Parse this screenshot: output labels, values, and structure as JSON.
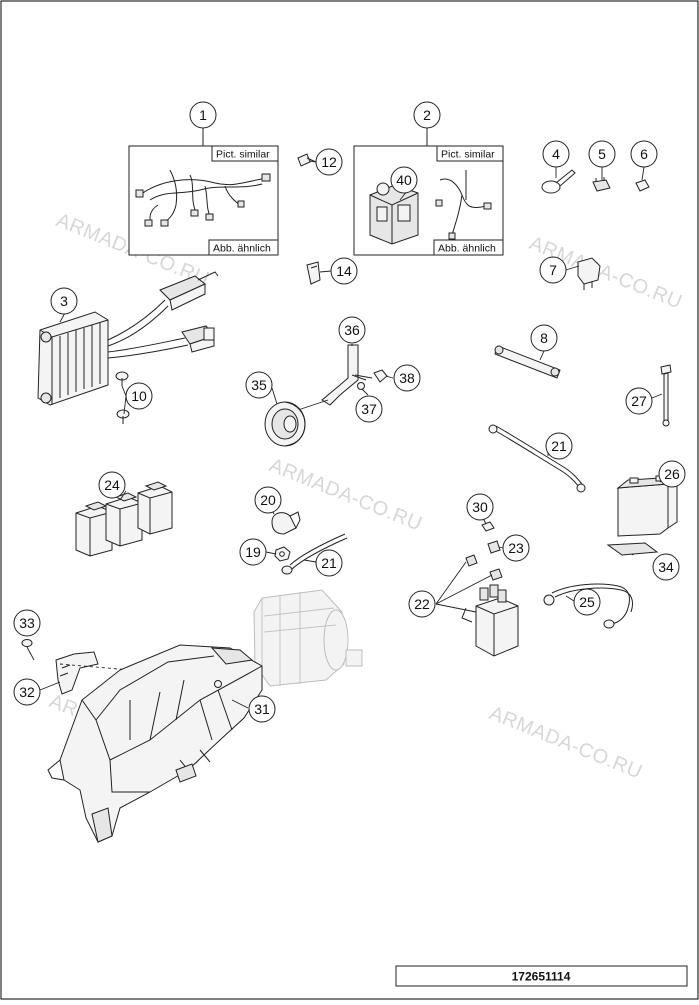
{
  "watermarks": [
    "ARMADA-CO.RU",
    "ARMADA-CO.RU",
    "ARMADA-CO.RU",
    "ARMADA-CO.RU"
  ],
  "boxes": [
    {
      "top_label": "Pict. similar",
      "bottom_label": "Abb. ähnlich"
    },
    {
      "top_label": "Pict. similar",
      "bottom_label": "Abb. ähnlich"
    }
  ],
  "callouts": [
    "1",
    "2",
    "3",
    "4",
    "5",
    "6",
    "7",
    "8",
    "10",
    "12",
    "14",
    "19",
    "20",
    "21",
    "21",
    "22",
    "23",
    "24",
    "25",
    "26",
    "27",
    "30",
    "31",
    "32",
    "33",
    "34",
    "35",
    "36",
    "37",
    "38",
    "40"
  ],
  "part_number": "172651114"
}
